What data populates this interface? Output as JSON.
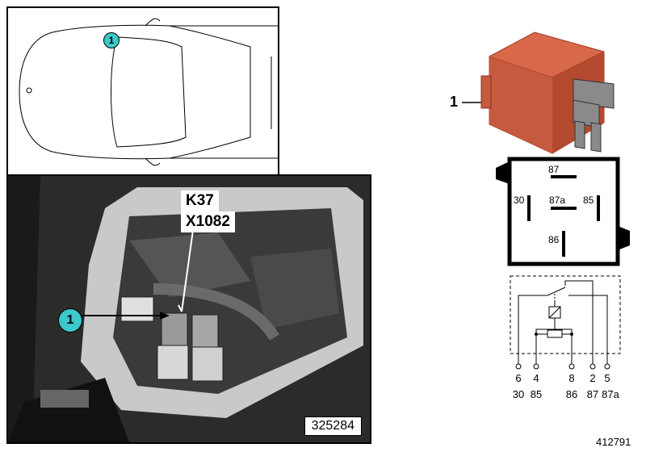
{
  "car_view": {
    "callout_number": "1"
  },
  "photo": {
    "callout_number": "1",
    "relay_label": "K37",
    "connector_label": "X1082",
    "image_id": "325284"
  },
  "relay": {
    "part_number": "1",
    "pin_labels": {
      "top": "87",
      "middle": "87a",
      "left": "30",
      "right": "85",
      "bottom": "86"
    },
    "terminals": [
      {
        "num": "6",
        "name": "30"
      },
      {
        "num": "4",
        "name": "85"
      },
      {
        "num": "8",
        "name": "86"
      },
      {
        "num": "2",
        "name": "87"
      },
      {
        "num": "5",
        "name": "87a"
      }
    ],
    "colors": {
      "body": "#d9684a",
      "body_dark": "#b34a30",
      "callout": "#3cc9c9"
    }
  },
  "diagram_id": "412791"
}
